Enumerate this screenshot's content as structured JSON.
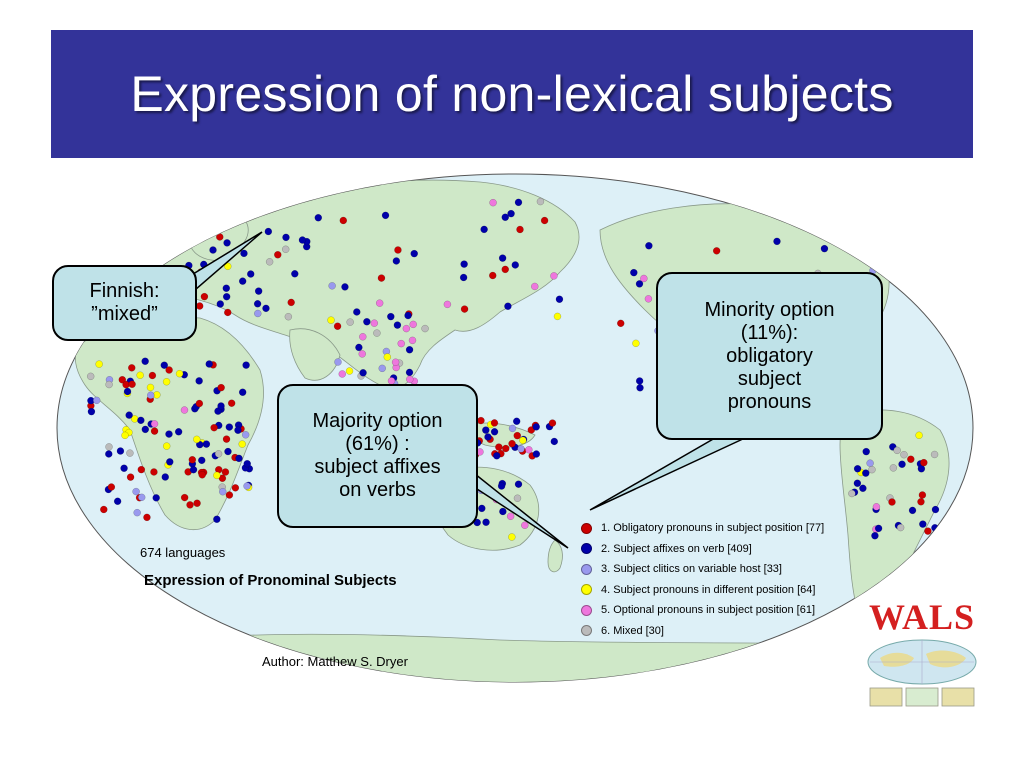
{
  "title": "Expression of non-lexical subjects",
  "callouts": {
    "finnish": "Finnish:\n”mixed”",
    "majority": "Majority option\n(61%) :\nsubject affixes\non verbs",
    "minority": "Minority option\n(11%):\nobligatory\nsubject\npronouns"
  },
  "map": {
    "language_count": "674 languages",
    "subtitle": "Expression of Pronominal Subjects",
    "author": "Author: Matthew S. Dryer",
    "logo_text": "WALS",
    "ocean_color": "#ddf0f7",
    "land_color": "#cfe8c8"
  },
  "legend": [
    {
      "label": "1. Obligatory pronouns in subject position [77]",
      "color": "#cc0000"
    },
    {
      "label": "2. Subject affixes on verb [409]",
      "color": "#0000aa"
    },
    {
      "label": "3. Subject clitics on variable host [33]",
      "color": "#9999ee"
    },
    {
      "label": "4. Subject pronouns in different position [64]",
      "color": "#ffff00"
    },
    {
      "label": "5. Optional pronouns in subject position [61]",
      "color": "#ee77dd"
    },
    {
      "label": "6. Mixed [30]",
      "color": "#bbbbbb"
    }
  ]
}
